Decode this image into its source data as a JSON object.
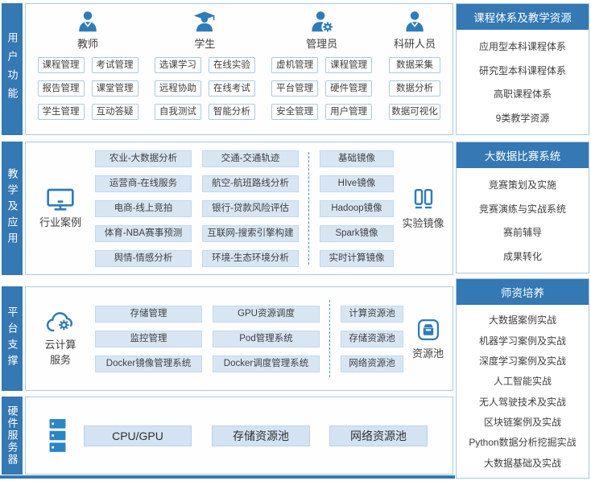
{
  "colors": {
    "primary": "#3478b4",
    "icon_blue": "#2e7cb8",
    "box_border": "#aac8e3",
    "fill_bg": "#d8e6f4",
    "fill_border": "#c2d8ee",
    "text": "#3f3f3f",
    "divider": "#4a90d0"
  },
  "icons": {
    "teacher": "person",
    "student": "graduate-person",
    "admin": "person-gear",
    "researcher": "person",
    "industry_cases": "monitor",
    "experiment_images": "container-pair",
    "cloud_services": "cloud-gear",
    "resource_pool": "boxed-drawer",
    "hardware_server": "server-rack"
  },
  "sections": {
    "users": {
      "bar": "用户功能",
      "groups": [
        {
          "label": "教师",
          "buttons": [
            "课程管理",
            "考试管理",
            "报告管理",
            "课堂管理",
            "学生管理",
            "互动答疑"
          ]
        },
        {
          "label": "学生",
          "buttons": [
            "选课学习",
            "在线实验",
            "远程协助",
            "在线考试",
            "自我测试",
            "智能分析"
          ]
        },
        {
          "label": "管理员",
          "buttons": [
            "虚机管理",
            "课程管理",
            "平台管理",
            "硬件管理",
            "安全管理",
            "用户管理"
          ]
        },
        {
          "label": "科研人员",
          "buttons": [
            "数据采集",
            "数据分析",
            "数据可视化"
          ]
        }
      ]
    },
    "teaching": {
      "bar": "教学及应用",
      "category_label": "行业案例",
      "col1": [
        "农业-大数据分析",
        "运营商-在线服务",
        "电商-线上竞拍",
        "体育-NBA赛事预测",
        "舆情-情感分析"
      ],
      "col2": [
        "交通-交通轨迹",
        "航空-航班路线分析",
        "银行-贷款风险评估",
        "互联网-搜索引擎构建",
        "环境-生态环境分析"
      ],
      "col3": [
        "基础镜像",
        "HIve镜像",
        "Hadoop镜像",
        "Spark镜像",
        "实时计算镜像"
      ],
      "right_label": "实验镜像"
    },
    "platform": {
      "bar": "平台支撑",
      "category_label": "云计算服务",
      "col1": [
        "存储管理",
        "监控管理",
        "Docker镜像管理系统"
      ],
      "col2": [
        "GPU资源调度",
        "Pod管理系统",
        "Docker调度管理系统"
      ],
      "col3": [
        "计算资源池",
        "存储资源池",
        "网络资源池"
      ],
      "right_label": "资源池"
    },
    "hardware": {
      "bar": "硬件服务器",
      "buttons": [
        "CPU/GPU",
        "存储资源池",
        "网络资源池"
      ]
    }
  },
  "panels": [
    {
      "title": "课程体系及教学资源",
      "items": [
        "应用型本科课程体系",
        "研究型本科课程体系",
        "高职课程体系",
        "9类教学资源"
      ]
    },
    {
      "title": "大数据比赛系统",
      "items": [
        "竞赛策划及实施",
        "竞赛演练与实战系统",
        "赛前辅导",
        "成果转化"
      ]
    },
    {
      "title": "师资培养",
      "items": [
        "大数据案例实战",
        "机器学习案例及实战",
        "深度学习案例及实战",
        "人工智能实战",
        "无人驾驶技术及实战",
        "区块链案例及实战",
        "Python数据分析挖掘实战",
        "大数据基础及实战"
      ]
    }
  ]
}
